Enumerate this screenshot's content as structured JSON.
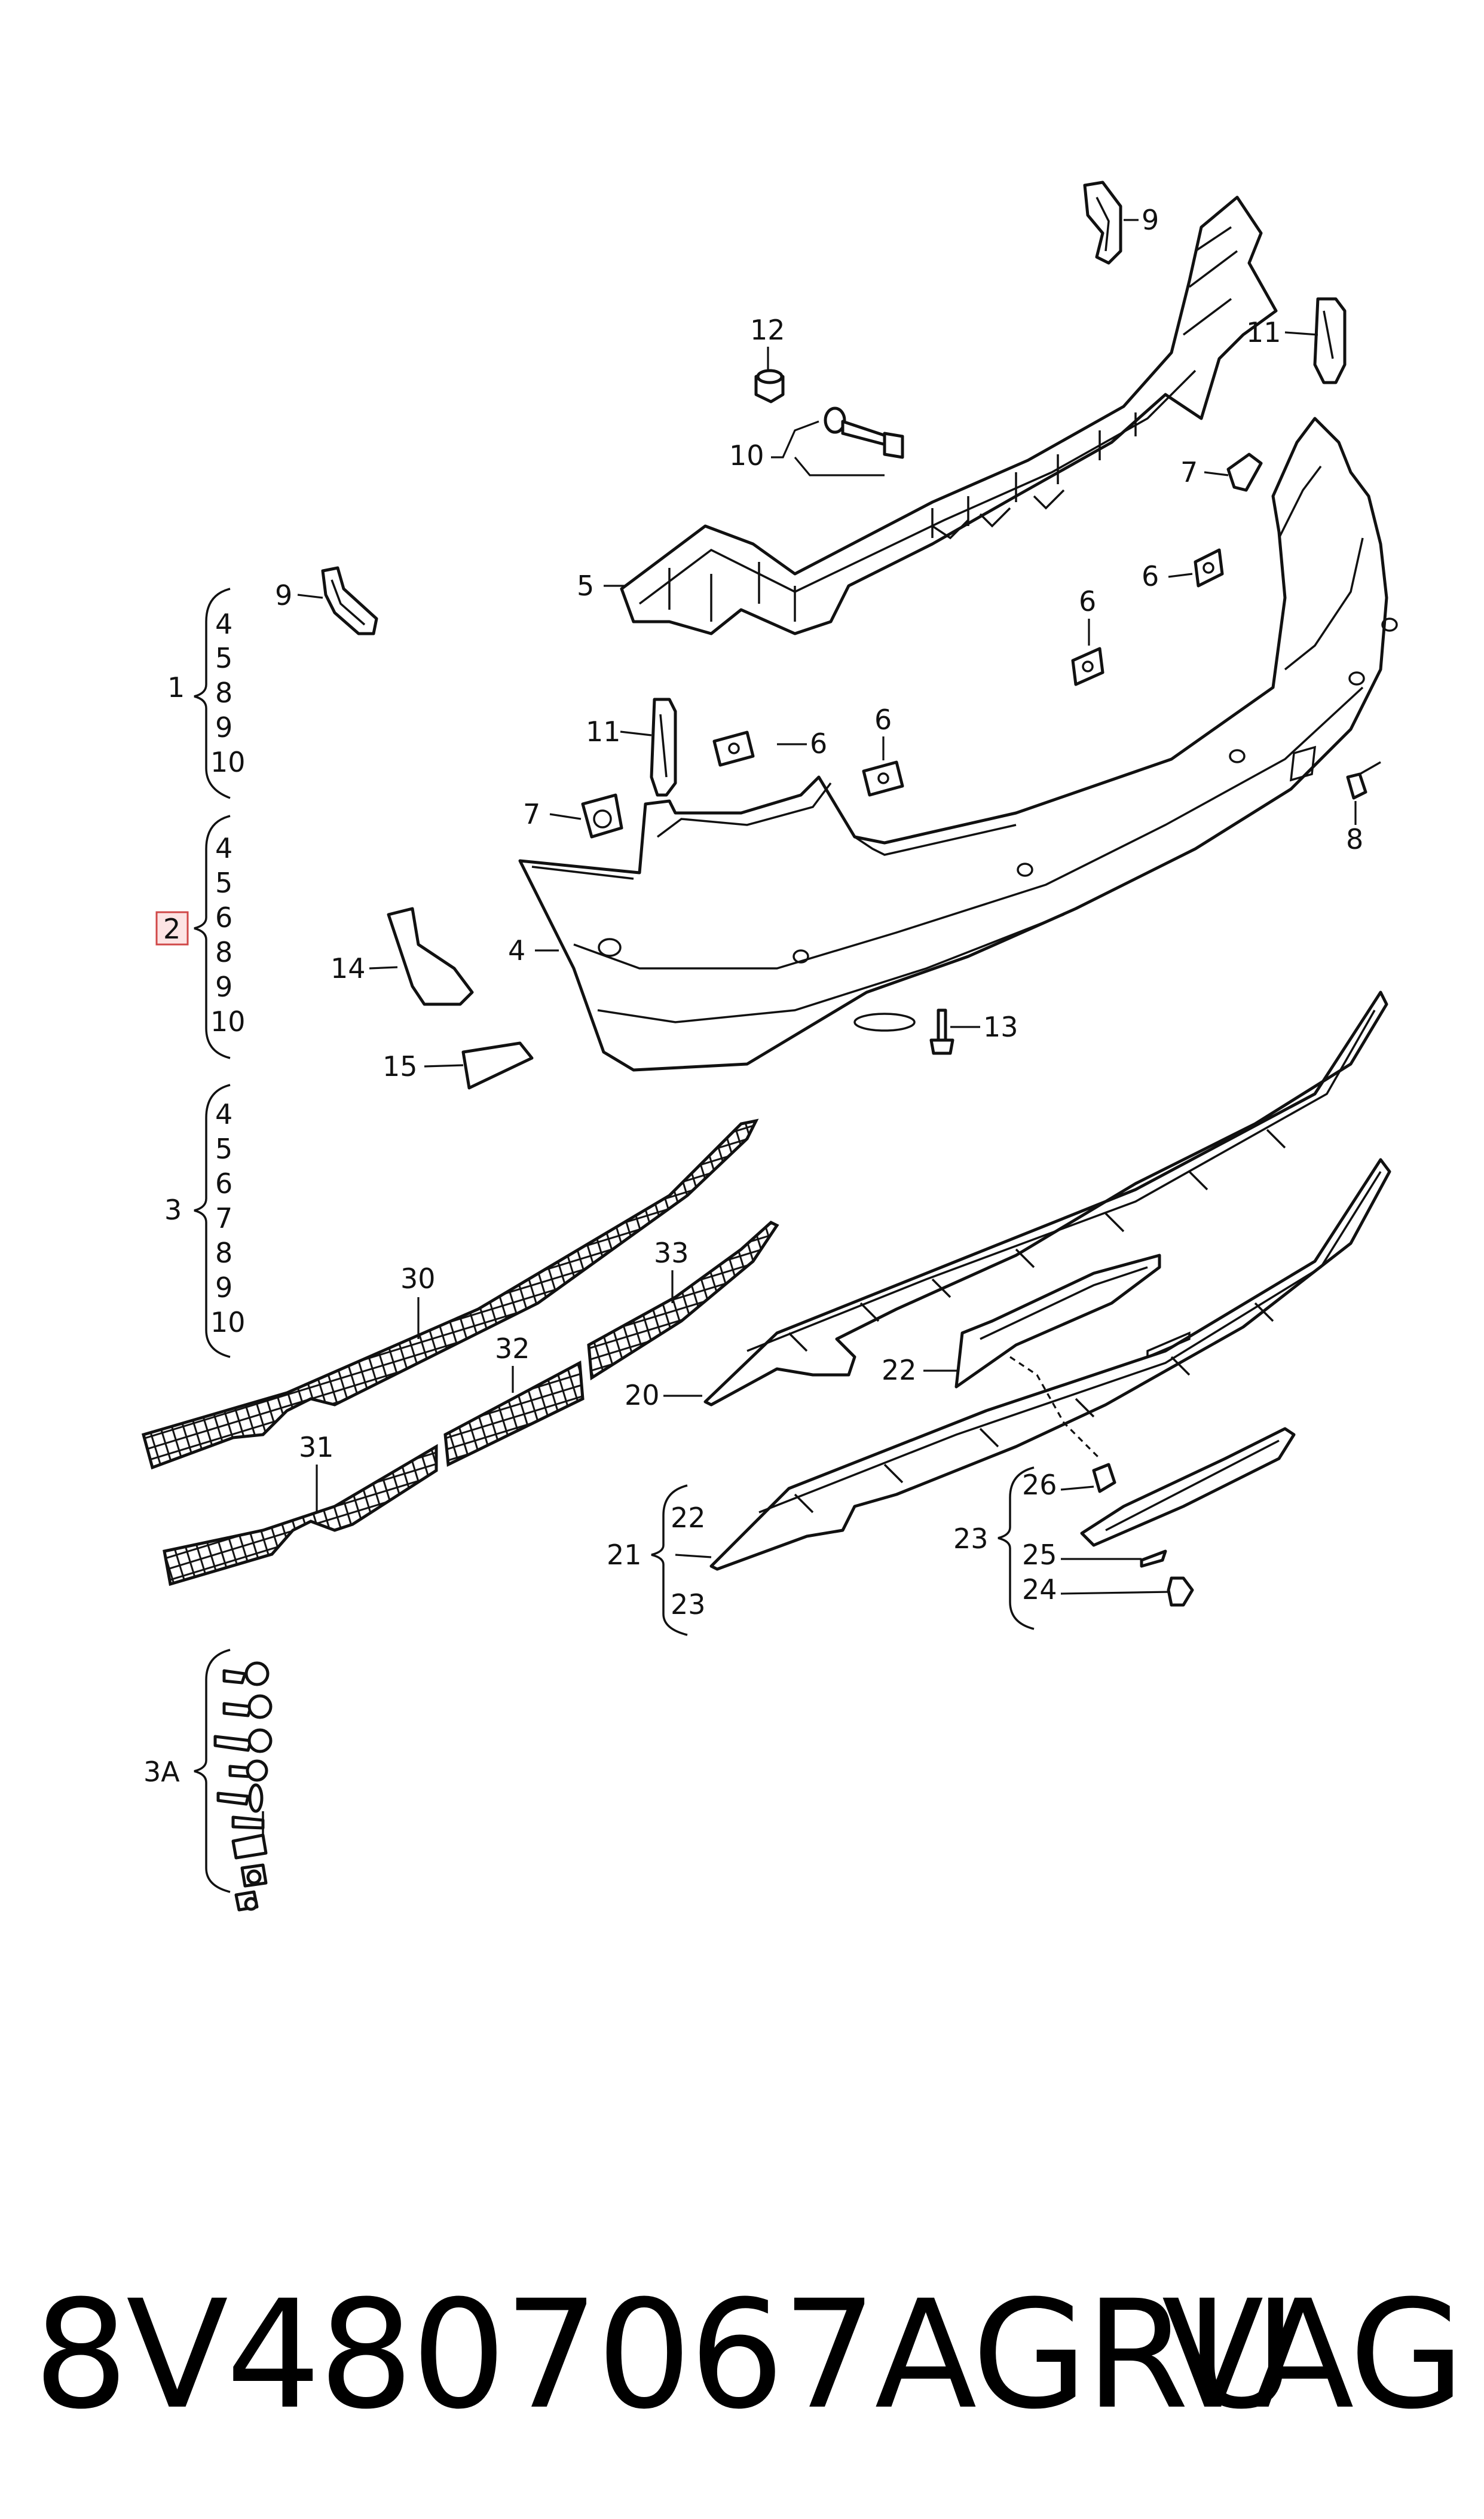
{
  "diagram": {
    "callouts": {
      "c9a": "9",
      "c12": "12",
      "c11a": "11",
      "c10": "10",
      "c7a": "7",
      "c5": "5",
      "c6a": "6",
      "c6b": "6",
      "c9b": "9",
      "c11b": "11",
      "c6c": "6",
      "c6d": "6",
      "c7b": "7",
      "c8": "8",
      "c14": "14",
      "c4": "4",
      "c13": "13",
      "c15": "15",
      "c30": "30",
      "c33": "33",
      "c32": "32",
      "c31": "31",
      "c20": "20",
      "c22": "22",
      "c26": "26",
      "c25": "25",
      "c24": "24"
    },
    "groups": [
      {
        "label": "1",
        "highlighted": false,
        "items": [
          "4",
          "5",
          "8",
          "9",
          "10"
        ]
      },
      {
        "label": "2",
        "highlighted": true,
        "items": [
          "4",
          "5",
          "6",
          "8",
          "9",
          "10"
        ]
      },
      {
        "label": "3",
        "highlighted": false,
        "items": [
          "4",
          "5",
          "6",
          "7",
          "8",
          "9",
          "10"
        ]
      },
      {
        "label": "3A",
        "highlighted": false,
        "items": []
      },
      {
        "label": "21",
        "highlighted": false,
        "items": [
          "22",
          "23"
        ]
      },
      {
        "label": "23",
        "highlighted": false,
        "items": [
          "26",
          "25",
          "24"
        ]
      }
    ],
    "highlight_color": "#d04848",
    "line_color": "#111111"
  },
  "footer": {
    "part_number": "8V4807067AGRU",
    "brand": "VAG"
  }
}
